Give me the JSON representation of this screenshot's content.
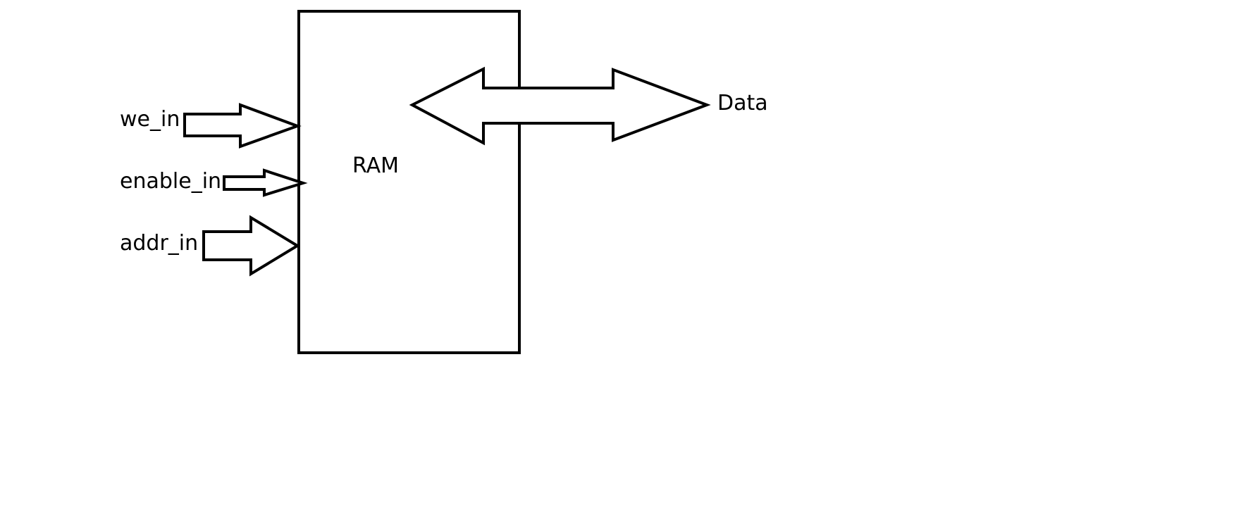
{
  "diagram": {
    "block": {
      "label": "RAM"
    },
    "inputs": [
      {
        "label": "we_in"
      },
      {
        "label": "enable_in"
      },
      {
        "label": "addr_in"
      }
    ],
    "bidirectional": {
      "label": "Data"
    },
    "colors": {
      "stroke": "#000000",
      "background": "#ffffff"
    }
  }
}
